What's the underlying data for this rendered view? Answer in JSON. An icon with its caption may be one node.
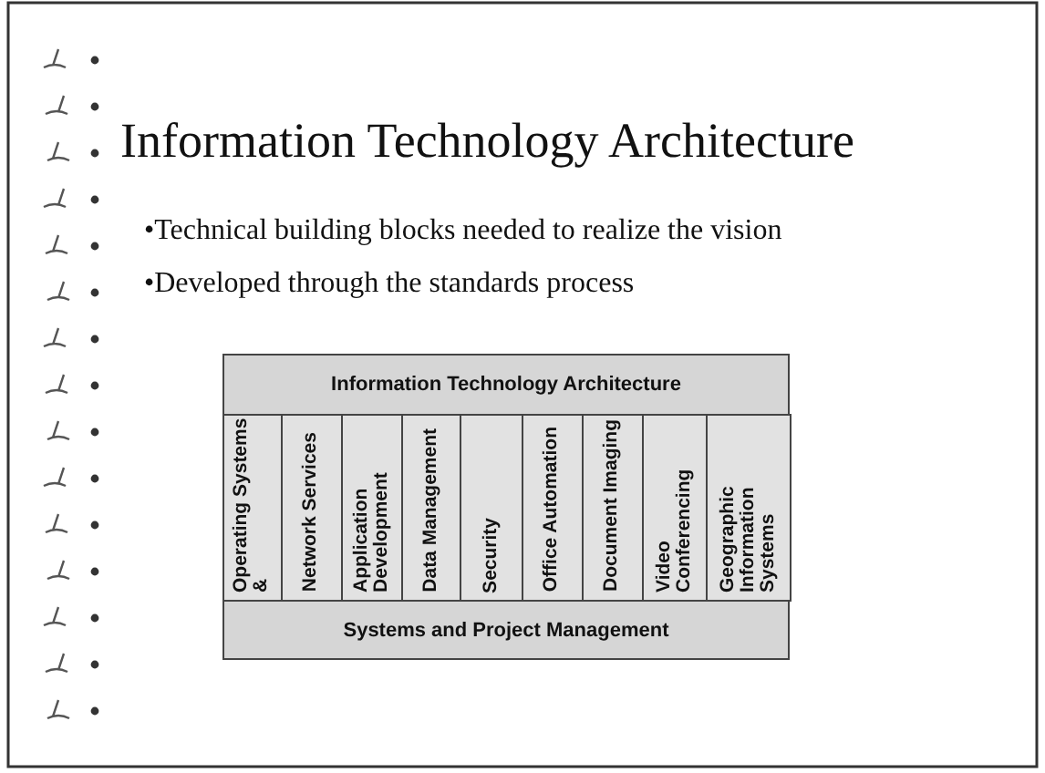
{
  "diagram": {
    "title": "Information Technology Architecture",
    "nodes": [
      {
        "text": [
          "Information Technology Architecture"
        ]
      },
      {
        "text": [
          "Operating Systems &"
        ]
      },
      {
        "text": [
          "Network Services"
        ]
      },
      {
        "text": [
          "Application Development"
        ]
      },
      {
        "text": [
          "Data Management"
        ]
      },
      {
        "text": [
          "Security"
        ]
      },
      {
        "text": [
          "Office Automation"
        ]
      },
      {
        "text": [
          "Document Imaging"
        ]
      },
      {
        "text": [
          "Video Conferencing"
        ]
      },
      {
        "text": [
          "Geographic Information Systems"
        ]
      },
      {
        "text": [
          "Systems and Project Management"
        ]
      }
    ],
    "labels": [
      "•Technical building blocks needed to realize the vision",
      "•Developed through the standards process"
    ]
  }
}
